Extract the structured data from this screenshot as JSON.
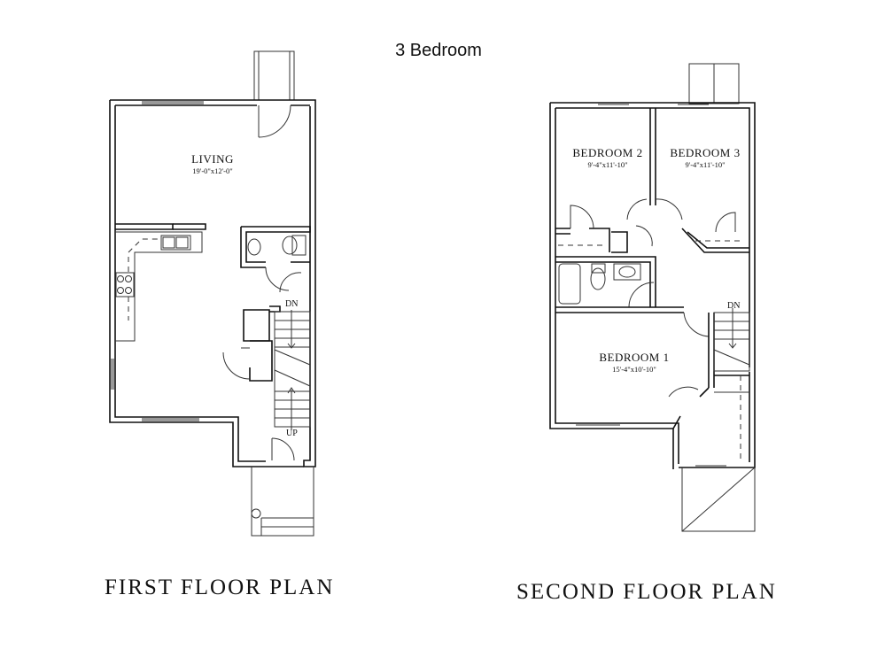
{
  "title": "3 Bedroom",
  "first_floor": {
    "caption": "FIRST FLOOR PLAN",
    "rooms": [
      {
        "name": "LIVING",
        "dimensions": "19'-0\"x12'-0\""
      }
    ],
    "stairs": {
      "down_label": "DN",
      "up_label": "UP"
    }
  },
  "second_floor": {
    "caption": "SECOND FLOOR PLAN",
    "rooms": [
      {
        "name": "BEDROOM 2",
        "dimensions": "9'-4\"x11'-10\""
      },
      {
        "name": "BEDROOM 3",
        "dimensions": "9'-4\"x11'-10\""
      },
      {
        "name": "BEDROOM 1",
        "dimensions": "15'-4\"x10'-10\""
      }
    ],
    "stairs": {
      "down_label": "DN"
    }
  }
}
